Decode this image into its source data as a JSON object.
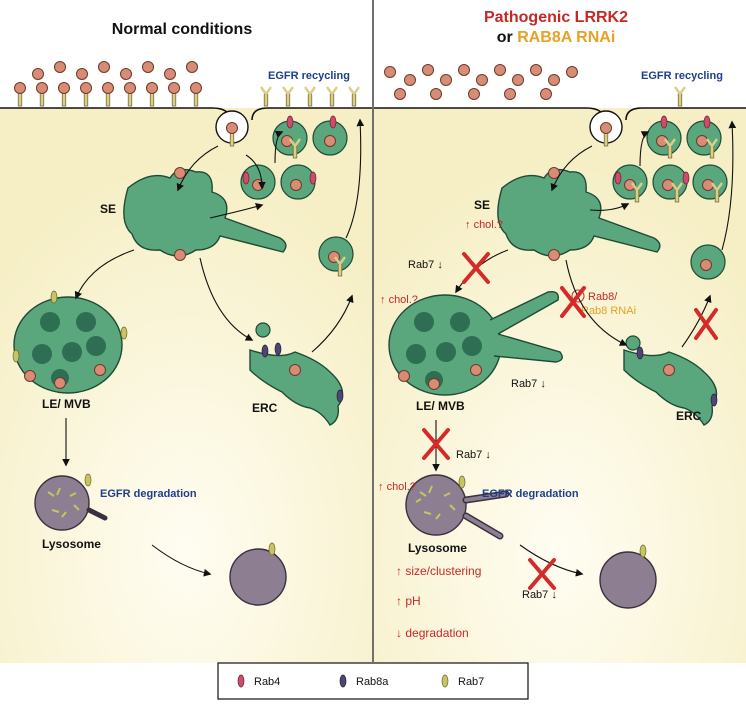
{
  "panels": {
    "left": {
      "title": "Normal conditions",
      "recycling": "EGFR recycling",
      "se": "SE",
      "erc": "ERC",
      "mvb": "LE/ MVB",
      "degradation": "EGFR degradation",
      "lysosome": "Lysosome"
    },
    "right": {
      "title_line1": "Pathogenic LRRK2",
      "title_or": "or ",
      "title_line2": "RAB8A RNAi",
      "recycling": "EGFR recycling",
      "se": "SE",
      "erc": "ERC",
      "mvb": "LE/ MVB",
      "degradation": "EGFR degradation",
      "lysosome": "Lysosome",
      "chol_se": "chol.?",
      "chol_mvb": "chol.?",
      "chol_lyso": "chol.?",
      "rab7_se": "Rab7",
      "rab7_mvb": "Rab7",
      "rab7_lyso_in": "Rab7",
      "rab7_lyso_out": "Rab7",
      "p_symbol": "P",
      "rab8": "Rab8/",
      "rab8_rnai": "Rab8 RNAi",
      "effects": [
        "size/clustering",
        "pH",
        "degradation"
      ],
      "effect_arrows": [
        "↑",
        "↑",
        "↓"
      ]
    }
  },
  "legend": {
    "items": [
      {
        "label": "Rab4",
        "color": "#cf4b6a"
      },
      {
        "label": "Rab8a",
        "color": "#4d4573"
      },
      {
        "label": "Rab7",
        "color": "#c9c462"
      }
    ]
  },
  "colors": {
    "cytoplasm": "#f8f3cf",
    "endosome": "#5aa77e",
    "endosome_dark": "#2e6e52",
    "lysosome": "#8d7e91",
    "ligand": "#d98c75",
    "receptor": "#d9cf8a",
    "inhibition": "#d42a2a",
    "rab8_orange": "#e6a127",
    "text_blue": "#1f3f8c",
    "text_red": "#c62828"
  }
}
